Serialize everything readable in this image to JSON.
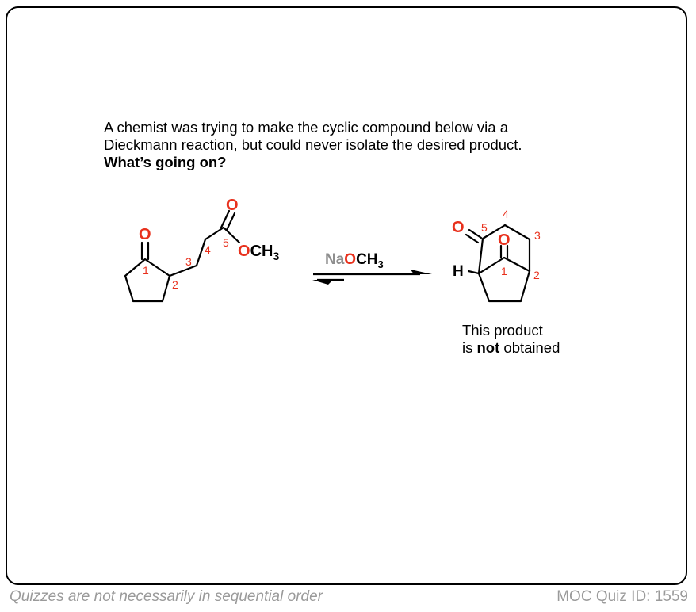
{
  "question": {
    "line1": "A chemist was trying to make the cyclic compound below via a",
    "line2": "Dieckmann reaction, but could never isolate the desired product.",
    "line3": "What’s going on?"
  },
  "reactant": {
    "ketone_o": "O",
    "ester_o": "O",
    "ester_och3": "OCH",
    "ester_sub": "3",
    "numbers": [
      "1",
      "2",
      "3",
      "4",
      "5"
    ]
  },
  "reagent": {
    "na": "Na",
    "och3": "OCH",
    "sub": "3"
  },
  "product": {
    "h": "H",
    "o5": "O",
    "o1": "O",
    "numbers": [
      "1",
      "2",
      "3",
      "4",
      "5"
    ]
  },
  "note": {
    "line1": "This product",
    "line2_pre": "is ",
    "line2_bold": "not",
    "line2_post": " obtained"
  },
  "footer": {
    "left": "Quizzes are not necessarily in sequential order",
    "right": "MOC Quiz ID: 1559"
  },
  "colors": {
    "oxygen": "#e8301c",
    "numbers": "#e8301c",
    "sodium": "#8e8e8e",
    "footer": "#9a9a9a"
  }
}
